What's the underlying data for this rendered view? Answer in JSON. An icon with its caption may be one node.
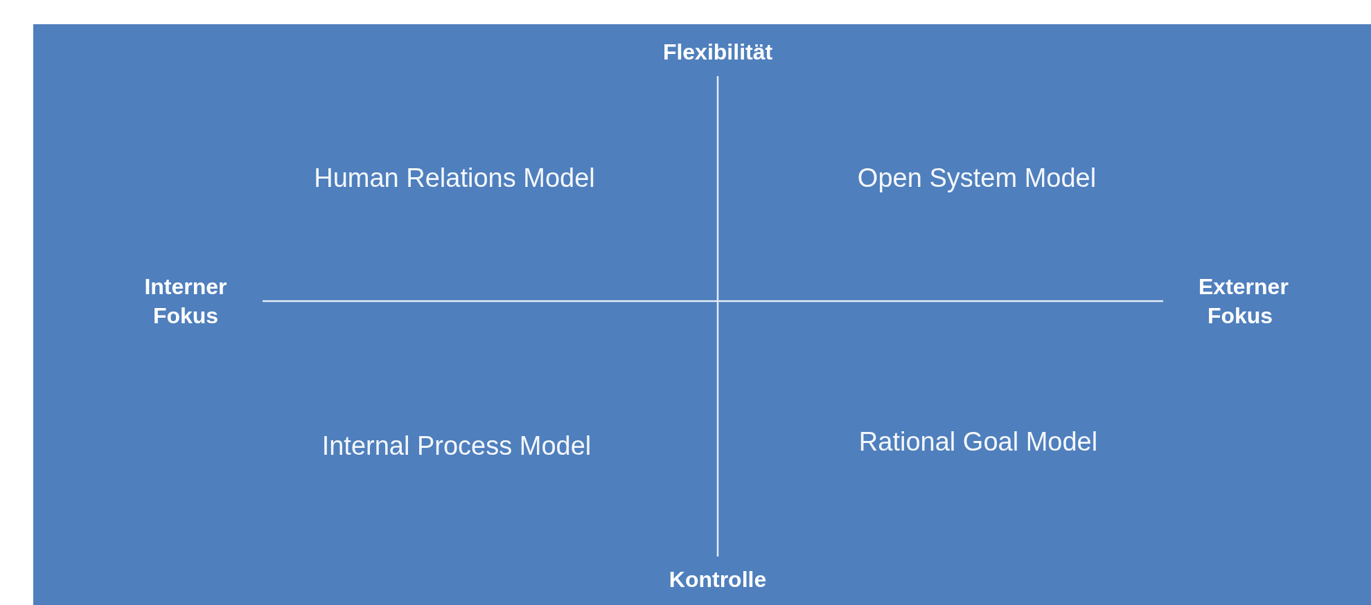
{
  "diagram": {
    "labels": [
      "Flexibilität",
      "Human Relations Model",
      "Open System Model",
      "Interner Fokus",
      "Externer Fokus",
      "Internal Process Model",
      "Rational Goal Model",
      "Kontrolle"
    ]
  }
}
